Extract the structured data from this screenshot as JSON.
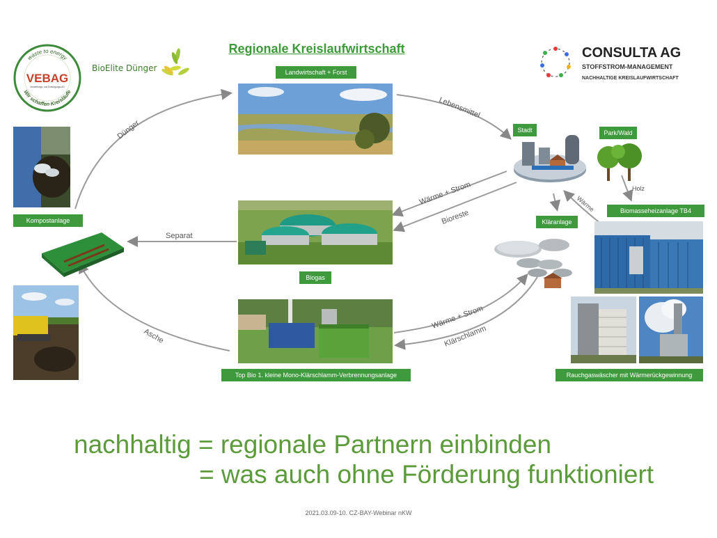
{
  "title": "Regionale Kreislaufwirtschaft",
  "logos": {
    "vebag": {
      "name": "VEBAG",
      "top_arc": "waste to energy",
      "subline": "Verwertungs- und Entsorgungs-AG",
      "bottom_arc": "Wir schaffen Kreisläufe"
    },
    "bioelite": "BioElite Dünger",
    "consulta": {
      "name": "CONSULTA AG",
      "line1": "STOFFSTROM-MANAGEMENT",
      "line2": "NACHHALTIGE KREISLAUFWIRTSCHAFT"
    }
  },
  "nodes": {
    "landwirtschaft": "Landwirtschaft + Forst",
    "stadt": "Stadt",
    "park": "Park/Wald",
    "biomasse": "Biomasseheizanlage TB4",
    "klaeranlage": "Kläranlage",
    "biogas": "Biogas",
    "kompost": "Kompostanlage",
    "topbio": "Top Bio 1. kleine Mono-Klärschlamm-Verbrennungsanlage",
    "rauchgas": "Rauchgaswäscher mit Wärmerückgewinnung"
  },
  "flows": {
    "duenger": "Dünger",
    "lebensmittel": "Lebensmittel",
    "waerme_strom_1": "Wärme + Strom",
    "bioreste": "Bioreste",
    "separat": "Separat",
    "holz": "Holz",
    "waerme": "Wärme",
    "waerme_strom_2": "Wärme + Strom",
    "klaerschlamm": "Klärschlamm",
    "asche": "Asche"
  },
  "tagline": {
    "line1": "nachhaltig = regionale Partnern einbinden",
    "line2": "= was auch ohne Förderung funktioniert"
  },
  "footer": "2021.03.09-10. CZ-BAY-Webinar nKW",
  "colors": {
    "green_label": "#3f9a3d",
    "title_green": "#3d9a3a",
    "tagline_green": "#5b9b3a",
    "arrow_gray": "#888888"
  }
}
